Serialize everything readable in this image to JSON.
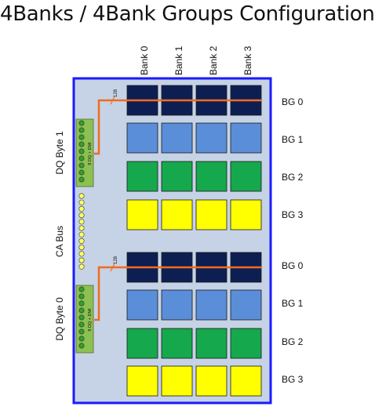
{
  "title": "4Banks / 4Bank Groups Configuration",
  "banks": [
    "Bank 0",
    "Bank 1",
    "Bank 2",
    "Bank 3"
  ],
  "bank_groups": [
    {
      "label": "BG 0",
      "color": "#0d1f52"
    },
    {
      "label": "BG 1",
      "color": "#5b8ed8"
    },
    {
      "label": "BG 2",
      "color": "#16a84c"
    },
    {
      "label": "BG 3",
      "color": "#ffff00"
    }
  ],
  "dq_top": {
    "label": "DQ Byte 1",
    "pins": "8 DQ + DMI",
    "bus_width": "128"
  },
  "dq_bottom": {
    "label": "DQ Byte 0",
    "pins": "8 DQ + DMI",
    "bus_width": "128"
  },
  "ca_bus": {
    "label": "CA Bus"
  },
  "colors": {
    "border": "#1a1aff",
    "chip_fill": "#c6d3e6",
    "bus_line": "#f26b1d",
    "pin_fill": "#33a02c",
    "pin_block": "#8cc152",
    "ca_pin_fill": "#ffff66"
  }
}
